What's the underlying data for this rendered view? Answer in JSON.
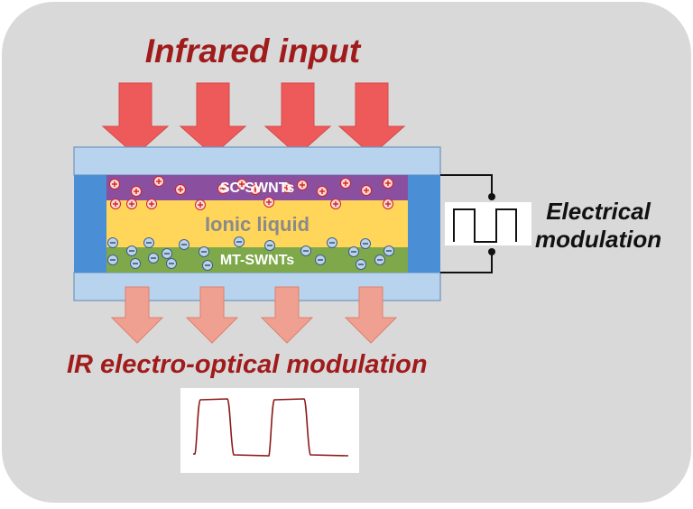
{
  "title": "Infrared input",
  "layers": {
    "top": "SC-SWNTs",
    "middle": "Ionic liquid",
    "bottom": "MT-SWNTs"
  },
  "side_label": {
    "line1": "Electrical",
    "line2": "modulation"
  },
  "bottom_title": "IR electro-optical modulation",
  "colors": {
    "background_panel": "#d9d9d9",
    "title_red": "#a01c1c",
    "arrow_in": "#ee5a5a",
    "arrow_out": "#f0a090",
    "substrate": "#b8d3ee",
    "electrode": "#4a8fd6",
    "sc_layer": "#8b4fa0",
    "ionic_liquid": "#ffd65a",
    "mt_layer": "#7ea84a",
    "trace": "#8b1a1a"
  }
}
